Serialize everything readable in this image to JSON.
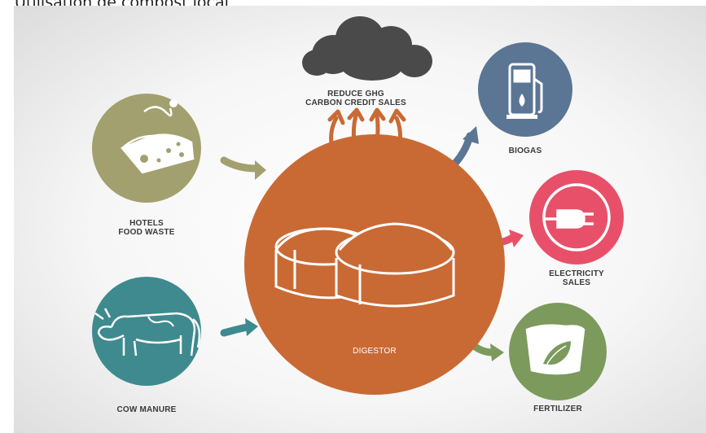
{
  "header": {
    "title": "Utilisation de compost local"
  },
  "diagram": {
    "center": {
      "label": "DIGESTOR",
      "color": "#c96a35"
    },
    "ghg": {
      "line1": "REDUCE GHG",
      "line2": "CARBON CREDIT SALES",
      "arrow_color": "#c96a35",
      "cloud_color": "#4a4a4a"
    },
    "inputs": [
      {
        "line1": "HOTELS",
        "line2": "FOOD WASTE",
        "color": "#a3a06f",
        "icon": "cheese-icon"
      },
      {
        "line1": "COW MANURE",
        "color": "#3e8a8f",
        "icon": "cow-icon"
      }
    ],
    "outputs": [
      {
        "line1": "BIOGAS",
        "color": "#5b7595",
        "icon": "fuel-pump-icon"
      },
      {
        "line1": "ELECTRICITY",
        "line2": "SALES",
        "color": "#e8506a",
        "icon": "plug-icon"
      },
      {
        "line1": "FERTILIZER",
        "color": "#7c9a5c",
        "icon": "fertilizer-bag-icon"
      }
    ]
  }
}
